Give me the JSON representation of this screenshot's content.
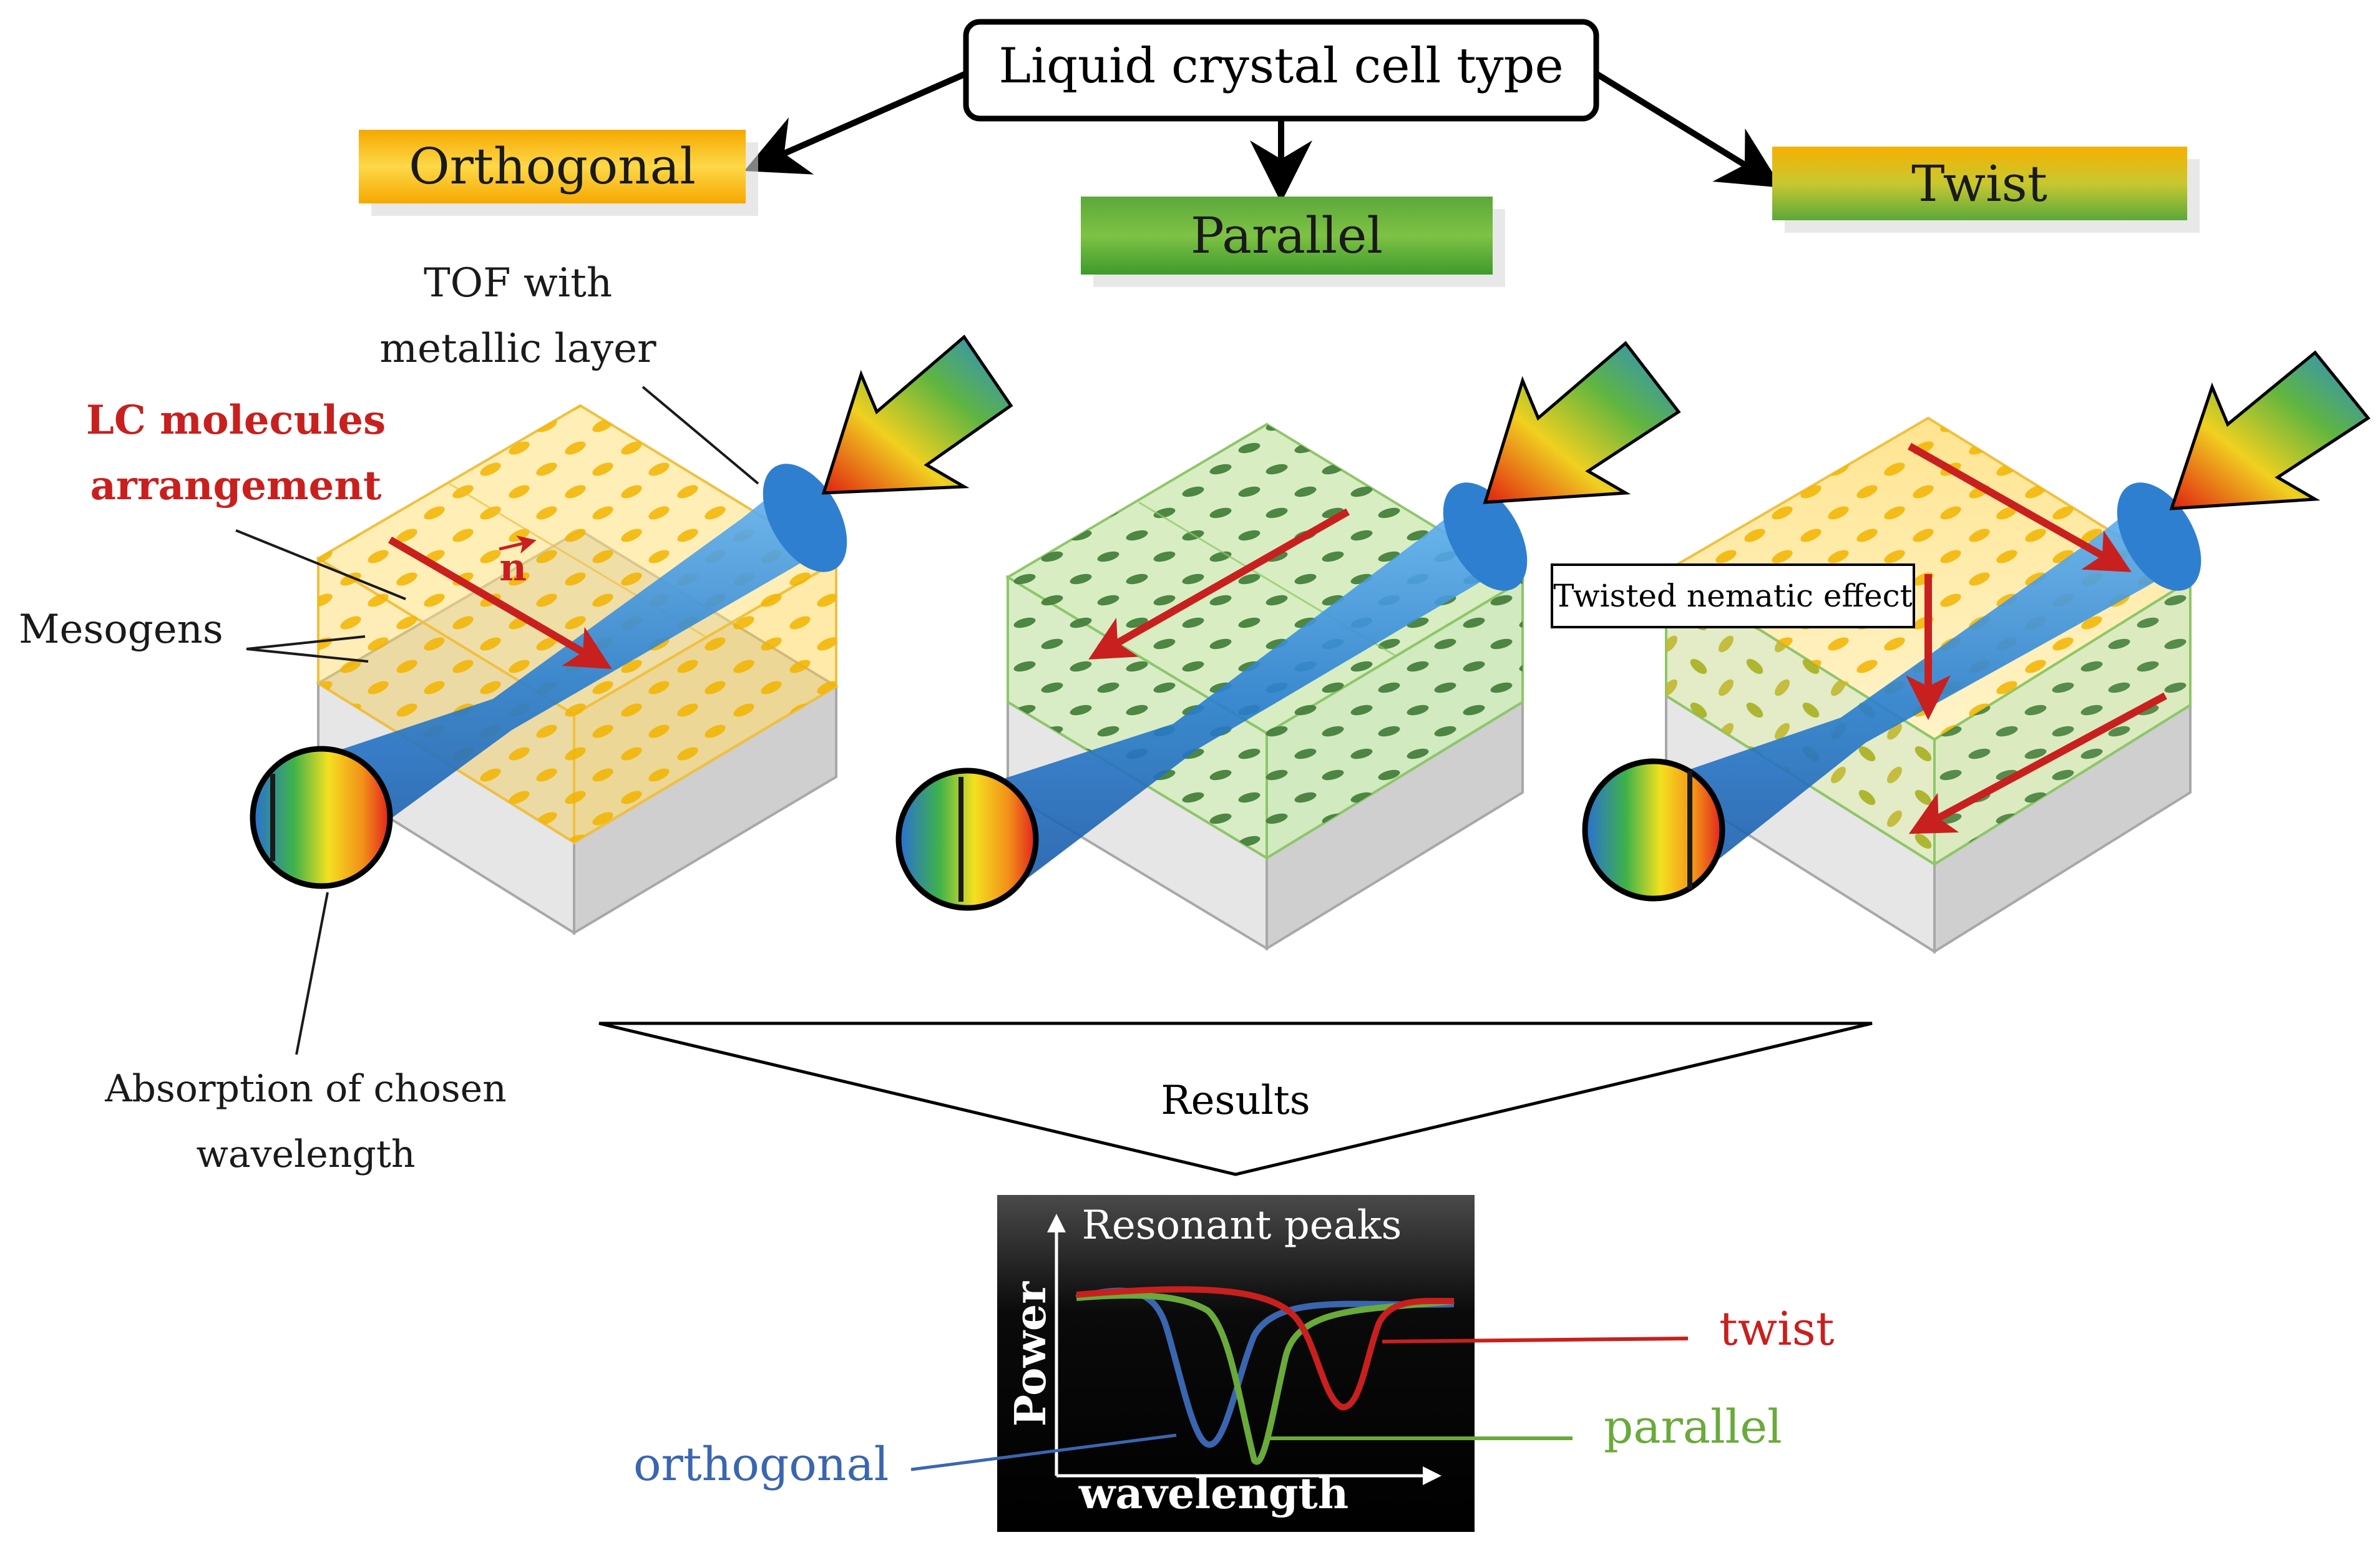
{
  "root": {
    "label": "Liquid crystal cell type"
  },
  "types": [
    {
      "label": "Orthogonal"
    },
    {
      "label": "Parallel"
    },
    {
      "label": "Twist"
    }
  ],
  "annotations": {
    "tof": [
      "TOF with",
      "metallic layer"
    ],
    "lc": [
      "LC molecules",
      "arrangement"
    ],
    "director": "n",
    "mesogens": "Mesogens",
    "absorption": [
      "Absorption of chosen",
      "wavelength"
    ],
    "twisted": "Twisted  nematic effect",
    "results": "Results"
  },
  "graph": {
    "title": "Resonant peaks",
    "xlabel": "wavelength",
    "ylabel": "Power",
    "legend": [
      {
        "name": "twist",
        "color": "#c8201e"
      },
      {
        "name": "parallel",
        "color": "#6aaa3a"
      },
      {
        "name": "orthogonal",
        "color": "#3a66b0"
      }
    ]
  },
  "colors": {
    "orthogonal": "#fbd35a",
    "parallel": "#7ec245",
    "arrow": "#c8201e",
    "fiber": "#2f7fd0"
  }
}
